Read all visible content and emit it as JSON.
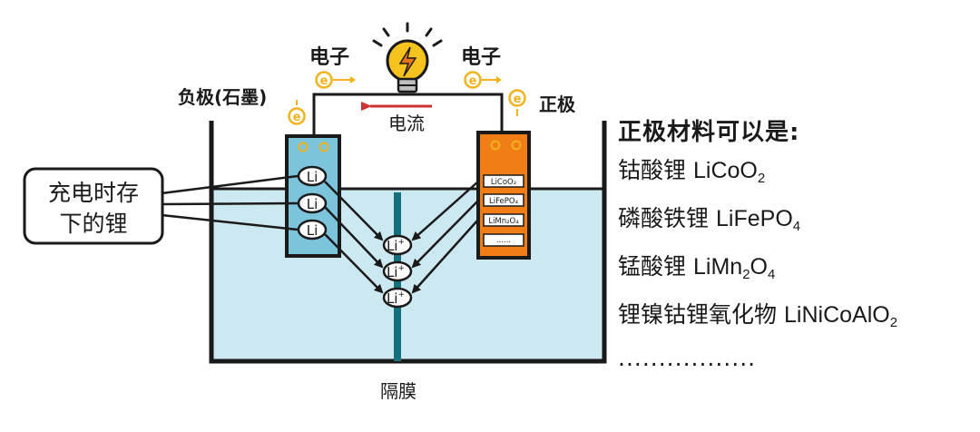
{
  "labels": {
    "electron_left": "电子",
    "electron_right": "电子",
    "negative_electrode": "负极(石墨)",
    "positive_electrode": "正极",
    "current": "电流",
    "separator": "隔膜",
    "callout_line1": "充电时存",
    "callout_line2": "下的锂",
    "electron_symbol": "e",
    "li": "Li",
    "li_ion": "Li",
    "li_ion_sup": "+"
  },
  "cathode_slots": [
    "LiCoO₂",
    "LiFePO₄",
    "LiMn₂O₄",
    "......"
  ],
  "materials": {
    "heading": "正极材料可以是:",
    "items": [
      {
        "name": "钴酸锂",
        "formula": [
          "LiCoO",
          "2"
        ]
      },
      {
        "name": "磷酸铁锂",
        "formula": [
          "LiFePO",
          "4"
        ]
      },
      {
        "name": "锰酸锂",
        "formula": [
          "LiMn",
          "2",
          "O",
          "4"
        ]
      },
      {
        "name": "锂镍钴锂氧化物",
        "formula": [
          "LiNiCoAlO",
          "2"
        ]
      }
    ],
    "ellipsis": "................."
  },
  "colors": {
    "electrolyte": "#cce8f0",
    "anode": "#7cc4dc",
    "cathode": "#f07d16",
    "separator": "#15707e",
    "current_arrow": "#cc3333",
    "electron": "#f2b21b",
    "bulb": "#f6c21e"
  }
}
